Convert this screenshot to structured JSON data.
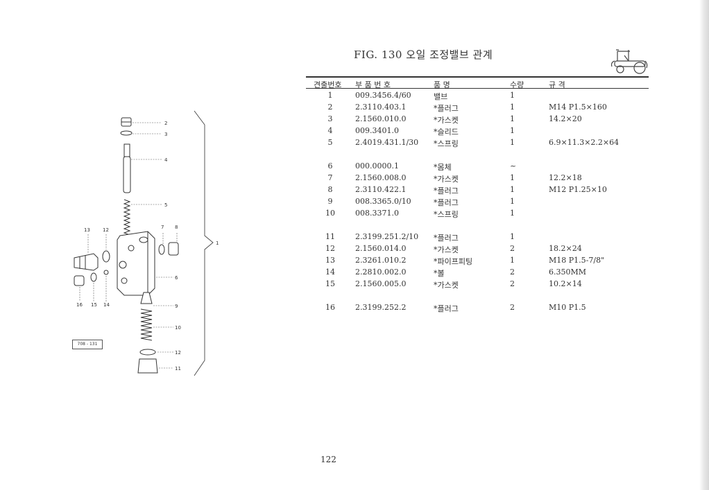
{
  "title": "FIG. 130 오일 조정밸브 관계",
  "page_number": "122",
  "drawing_code": "708 - 131",
  "table": {
    "headers": {
      "ref_no": "견출번호",
      "part_no": "부 품 번 호",
      "part_name": "품     명",
      "qty": "수량",
      "spec": "규          격"
    },
    "rows": [
      {
        "ref": "1",
        "part_no": "009.3456.4/60",
        "name": "밸브",
        "qty": "1",
        "spec": ""
      },
      {
        "ref": "2",
        "part_no": "2.3110.403.1",
        "name": "*플러그",
        "qty": "1",
        "spec": "M14 P1.5×160"
      },
      {
        "ref": "3",
        "part_no": "2.1560.010.0",
        "name": "*가스켓",
        "qty": "1",
        "spec": "14.2×20"
      },
      {
        "ref": "4",
        "part_no": "009.3401.0",
        "name": "*슬리드",
        "qty": "1",
        "spec": ""
      },
      {
        "ref": "5",
        "part_no": "2.4019.431.1/30",
        "name": "*스프링",
        "qty": "1",
        "spec": "6.9×11.3×2.2×64"
      },
      {
        "ref": "6",
        "part_no": "000.0000.1",
        "name": "*몸체",
        "qty": "~",
        "spec": ""
      },
      {
        "ref": "7",
        "part_no": "2.1560.008.0",
        "name": "*가스켓",
        "qty": "1",
        "spec": "12.2×18"
      },
      {
        "ref": "8",
        "part_no": "2.3110.422.1",
        "name": "*플러그",
        "qty": "1",
        "spec": "M12 P1.25×10"
      },
      {
        "ref": "9",
        "part_no": "008.3365.0/10",
        "name": "*플러그",
        "qty": "1",
        "spec": ""
      },
      {
        "ref": "10",
        "part_no": "008.3371.0",
        "name": "*스프링",
        "qty": "1",
        "spec": ""
      },
      {
        "ref": "11",
        "part_no": "2.3199.251.2/10",
        "name": "*플러그",
        "qty": "1",
        "spec": ""
      },
      {
        "ref": "12",
        "part_no": "2.1560.014.0",
        "name": "*가스켓",
        "qty": "2",
        "spec": "18.2×24"
      },
      {
        "ref": "13",
        "part_no": "2.3261.010.2",
        "name": "*파이프피팅",
        "qty": "1",
        "spec": "M18 P1.5-7/8\""
      },
      {
        "ref": "14",
        "part_no": "2.2810.002.0",
        "name": "*볼",
        "qty": "2",
        "spec": "6.350MM"
      },
      {
        "ref": "15",
        "part_no": "2.1560.005.0",
        "name": "*가스켓",
        "qty": "2",
        "spec": "10.2×14"
      },
      {
        "ref": "16",
        "part_no": "2.3199.252.2",
        "name": "*플러그",
        "qty": "2",
        "spec": "M10 P1.5"
      }
    ]
  },
  "callouts": {
    "c1": "1",
    "c2": "2",
    "c3": "3",
    "c4": "4",
    "c5": "5",
    "c6": "6",
    "c7": "7",
    "c8": "8",
    "c9": "9",
    "c10": "10",
    "c11": "11",
    "c12a": "12",
    "c12b": "12",
    "c13": "13",
    "c14": "14",
    "c15": "15",
    "c16": "16"
  }
}
